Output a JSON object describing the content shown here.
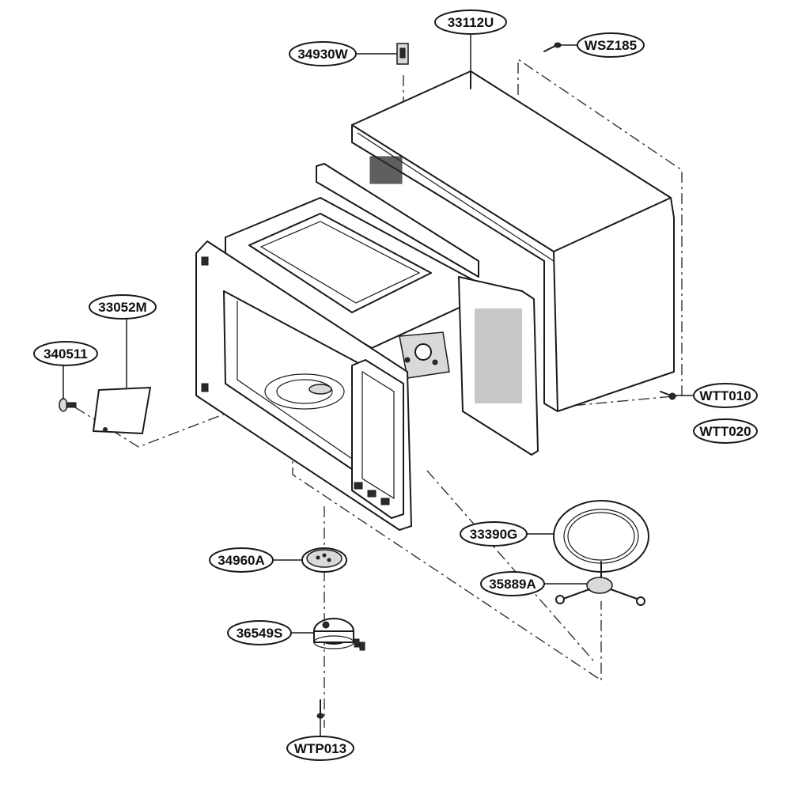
{
  "callouts": [
    {
      "id": "c-33112U",
      "label": "33112U"
    },
    {
      "id": "c-34930W",
      "label": "34930W"
    },
    {
      "id": "c-WSZ185",
      "label": "WSZ185"
    },
    {
      "id": "c-33052M",
      "label": "33052M"
    },
    {
      "id": "c-340511",
      "label": "340511"
    },
    {
      "id": "c-WTT010",
      "label": "WTT010"
    },
    {
      "id": "c-WTT020",
      "label": "WTT020"
    },
    {
      "id": "c-33390G",
      "label": "33390G"
    },
    {
      "id": "c-35889A",
      "label": "35889A"
    },
    {
      "id": "c-34960A",
      "label": "34960A"
    },
    {
      "id": "c-36549S",
      "label": "36549S"
    },
    {
      "id": "c-WTP013",
      "label": "WTP013"
    }
  ]
}
